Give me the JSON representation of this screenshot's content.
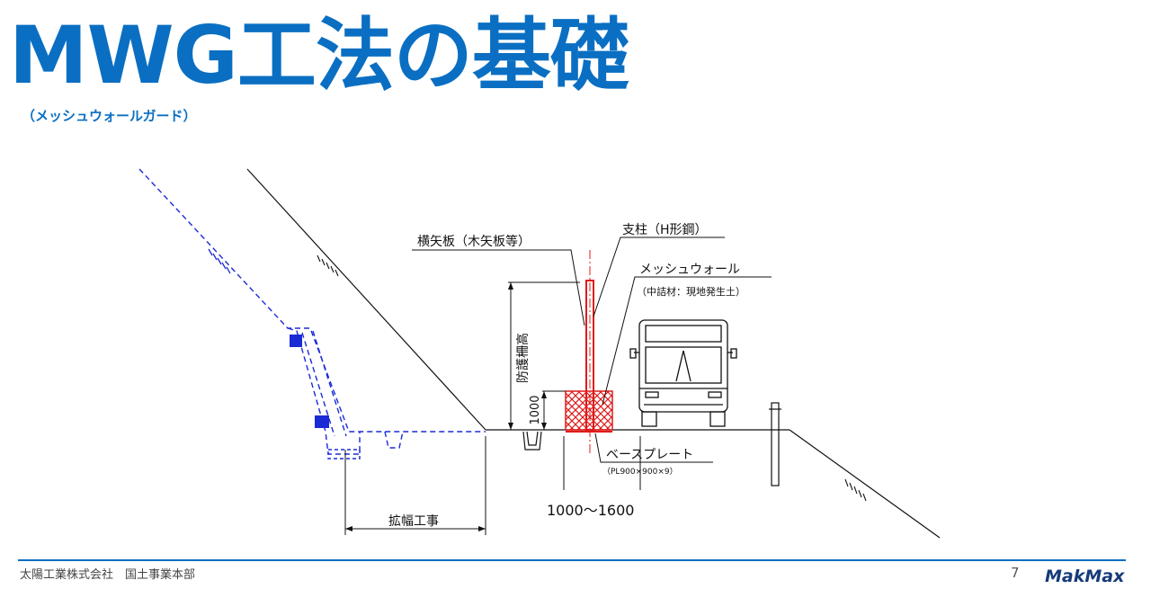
{
  "header": {
    "title": "MWG工法の基礎",
    "subtitle": "（メッシュウォールガード）"
  },
  "diagram": {
    "labels": {
      "yokoyaita": "横矢板（木矢板等）",
      "shichu": "支柱（H形鋼）",
      "mesh_wall": "メッシュウォール",
      "mesh_wall_sub": "（中詰材：現地発生土）",
      "bougo_height": "防護柵高",
      "dim_1000": "1000",
      "base_plate": "ベースプレート",
      "base_plate_sub": "（PL900×900×9）",
      "width_range": "1000〜1600",
      "kakufuku": "拡幅工事"
    },
    "colors": {
      "accent_blue": "#0a6fc2",
      "dashed_blue": "#1a2bd6",
      "red": "#e01a1a",
      "line": "#111111"
    }
  },
  "footer": {
    "company": "太陽工業株式会社　国土事業本部",
    "page_number": "7",
    "logo": "MakMax"
  }
}
